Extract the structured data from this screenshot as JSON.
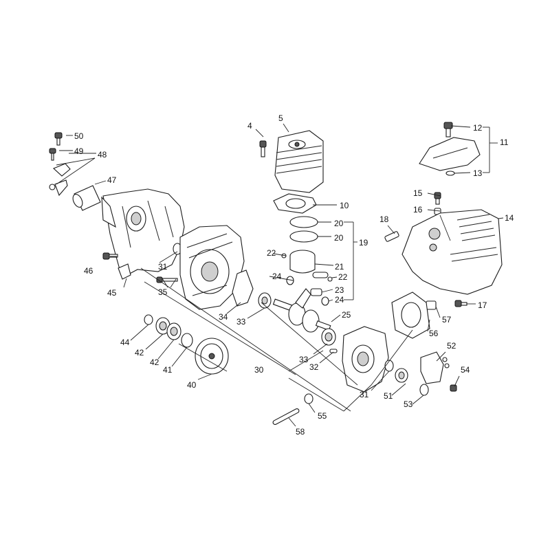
{
  "diagram": {
    "callouts": [
      "50",
      "49",
      "48",
      "47",
      "46",
      "45",
      "31",
      "35",
      "34",
      "33",
      "44",
      "42",
      "42",
      "41",
      "40",
      "30",
      "4",
      "5",
      "10",
      "20",
      "20",
      "19",
      "22",
      "21",
      "22",
      "24",
      "23",
      "24",
      "25",
      "33",
      "32",
      "31",
      "12",
      "11",
      "13",
      "15",
      "16",
      "14",
      "18",
      "17",
      "57",
      "56",
      "52",
      "54",
      "51",
      "53",
      "55",
      "58"
    ]
  },
  "colors": {
    "ink": "#1a1a1a",
    "shade": "#cfcfcf",
    "background": "#ffffff"
  }
}
